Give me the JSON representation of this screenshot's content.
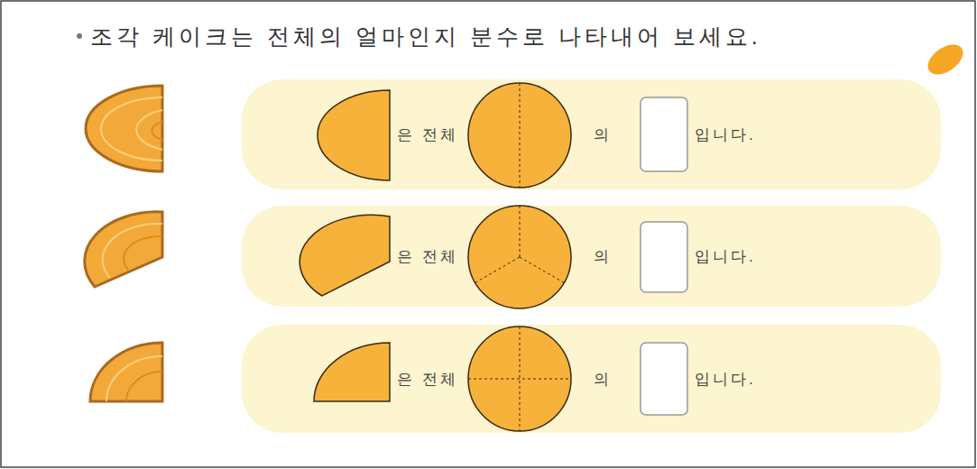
{
  "diagram": {
    "title": "조각 케이크는 전체의 얼마인지 분수로 나타내어 보세요.",
    "nodes": [
      {
        "text": [
          "은 전체",
          "의",
          "입니다."
        ]
      },
      {
        "text": [
          "은 전체",
          "의",
          "입니다."
        ]
      },
      {
        "text": [
          "은 전체",
          "의",
          "입니다."
        ]
      }
    ]
  }
}
